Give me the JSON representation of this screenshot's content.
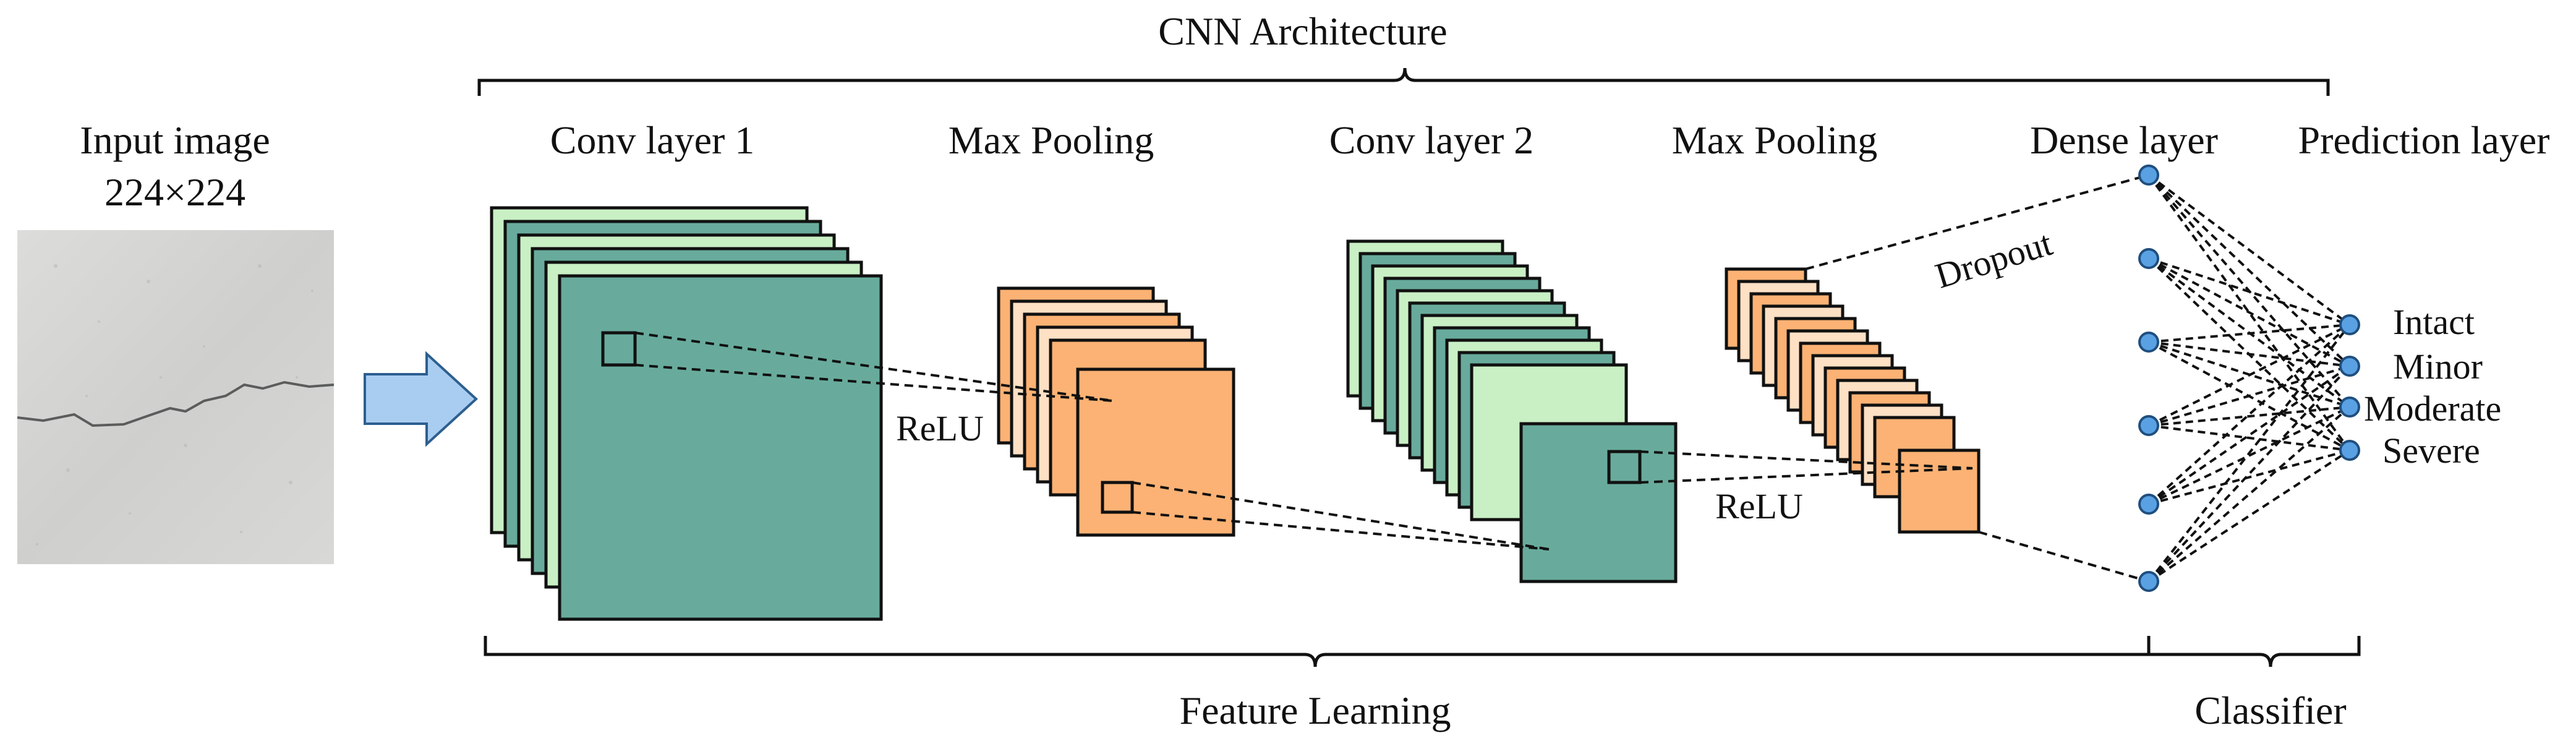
{
  "labels": {
    "title": "CNN Architecture",
    "input_line1": "Input image",
    "input_line2": "224×224",
    "conv1": "Conv layer 1",
    "pool1": "Max Pooling",
    "conv2": "Conv layer 2",
    "pool2": "Max Pooling",
    "dense": "Dense layer",
    "prediction": "Prediction layer",
    "relu1": "ReLU",
    "relu2": "ReLU",
    "dropout": "Dropout",
    "feature_learning": "Feature Learning",
    "classifier": "Classifier"
  },
  "classes": [
    "Intact",
    "Minor",
    "Moderate",
    "Severe"
  ],
  "dense_neurons": 6,
  "colors": {
    "conv_light": "#c9efc4",
    "conv_dark": "#68ab9c",
    "pool_orange": "#fcb274",
    "pool_light": "#fee0c4",
    "node_blue": "#5aa1e3",
    "arrow_blue": "#a9cdf1",
    "line": "#111111"
  }
}
